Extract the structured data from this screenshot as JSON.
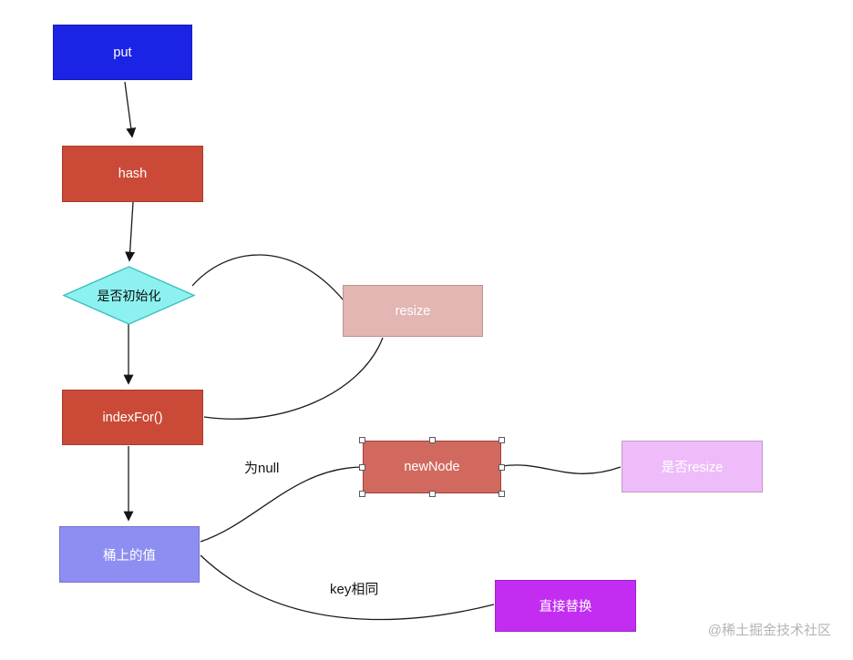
{
  "nodes": {
    "put": {
      "label": "put",
      "color": "#1b24e4"
    },
    "hash": {
      "label": "hash",
      "color": "#cb4a37"
    },
    "is_init": {
      "label": "是否初始化",
      "color": "#8df2ef",
      "border": "#3bbfc4"
    },
    "resize": {
      "label": "resize",
      "color": "#e3b6b3"
    },
    "index_for": {
      "label": "indexFor()",
      "color": "#cb4a37"
    },
    "new_node": {
      "label": "newNode",
      "color": "#d2695f"
    },
    "is_resize": {
      "label": "是否resize",
      "color": "#eebcf9"
    },
    "bucket_value": {
      "label": "桶上的值",
      "color": "#8e8ef2"
    },
    "replace": {
      "label": "直接替换",
      "color": "#c32df2"
    }
  },
  "edge_labels": {
    "is_null": "为null",
    "key_same": "key相同"
  },
  "watermark": "@稀土掘金技术社区"
}
